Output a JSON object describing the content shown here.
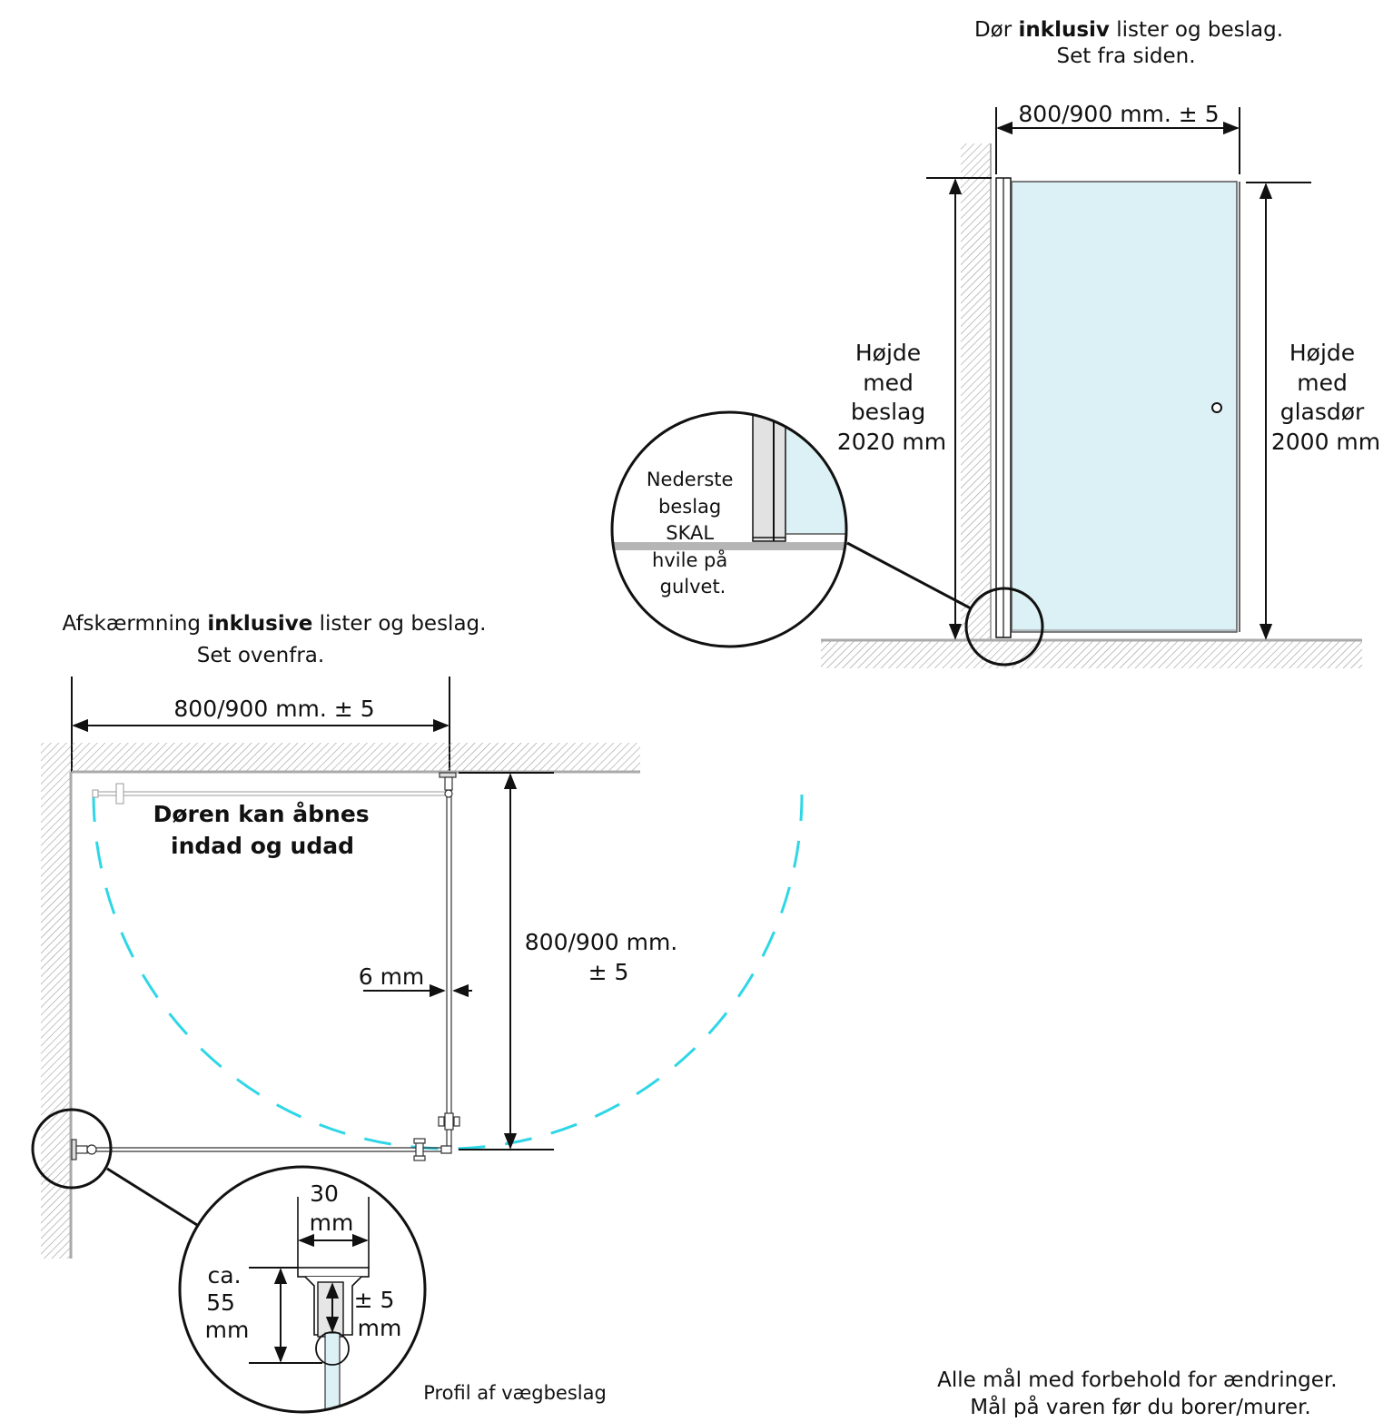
{
  "side_view": {
    "title_pre": "Dør ",
    "title_bold": "inklusiv",
    "title_post": " lister og beslag.",
    "subtitle": "Set fra siden.",
    "width_label": "800/900 mm.  ± 5",
    "left_height": [
      "Højde",
      "med",
      "beslag",
      "2020 mm"
    ],
    "right_height": [
      "Højde",
      "med",
      "glasdør",
      "2000 mm"
    ],
    "detail_note": [
      "Nederste",
      "beslag",
      "SKAL",
      "hvile på",
      "gulvet."
    ]
  },
  "top_view": {
    "title_pre": "Afskærmning ",
    "title_bold": "inklusive",
    "title_post": " lister og beslag.",
    "subtitle": "Set ovenfra.",
    "width_label": "800/900 mm. ± 5",
    "door_note": [
      "Døren kan åbnes",
      "indad og udad"
    ],
    "depth_label": [
      "800/900 mm.",
      "± 5"
    ],
    "glass_label": "6 mm",
    "profile_width": [
      "30",
      "mm"
    ],
    "profile_depth": [
      "ca.",
      "55",
      "mm"
    ],
    "profile_adjust": [
      "± 5",
      "mm"
    ],
    "profile_caption": "Profil af vægbeslag"
  },
  "footer": [
    "Alle mål med forbehold for ændringer.",
    "Mål på varen før du borer/murer."
  ],
  "colors": {
    "glass": "#dcf1f5",
    "swing_arc": "#2fd6e6",
    "wall_hatch": "#9a9a9a",
    "line": "#111111"
  }
}
